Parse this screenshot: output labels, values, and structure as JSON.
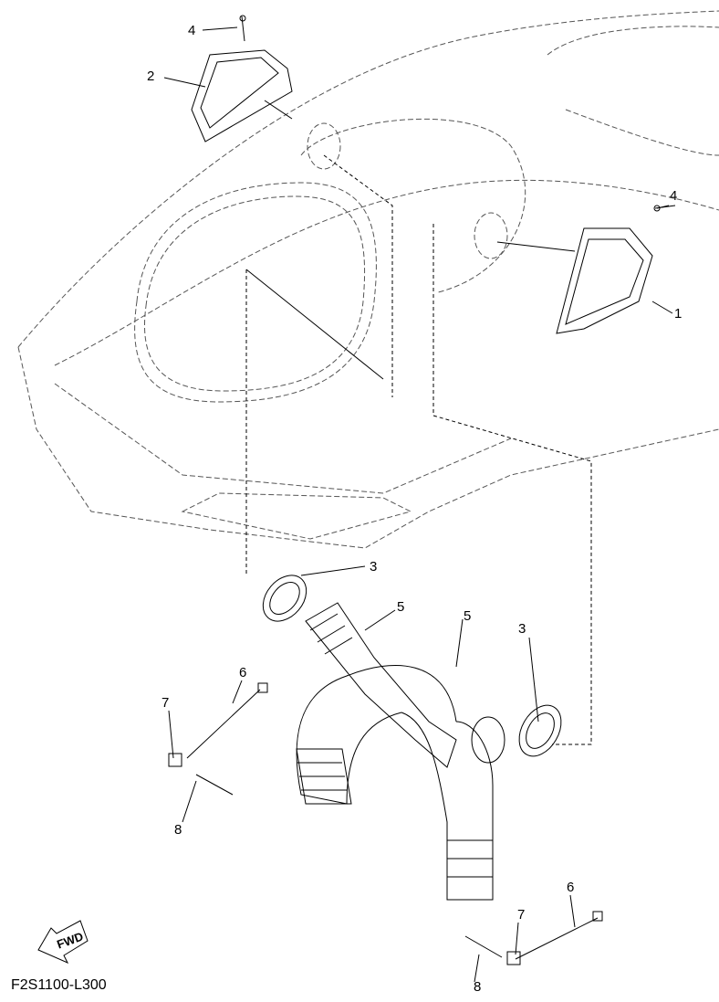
{
  "diagram": {
    "code": "F2S1100-L300",
    "direction_label": "FWD",
    "callouts": [
      {
        "id": "4a",
        "text": "4"
      },
      {
        "id": "2",
        "text": "2"
      },
      {
        "id": "4b",
        "text": "4"
      },
      {
        "id": "1",
        "text": "1"
      },
      {
        "id": "3a",
        "text": "3"
      },
      {
        "id": "5a",
        "text": "5"
      },
      {
        "id": "5b",
        "text": "5"
      },
      {
        "id": "3b",
        "text": "3"
      },
      {
        "id": "6a",
        "text": "6"
      },
      {
        "id": "7a",
        "text": "7"
      },
      {
        "id": "8a",
        "text": "8"
      },
      {
        "id": "6b",
        "text": "6"
      },
      {
        "id": "7b",
        "text": "7"
      },
      {
        "id": "8b",
        "text": "8"
      }
    ],
    "line_color": "#000000"
  }
}
